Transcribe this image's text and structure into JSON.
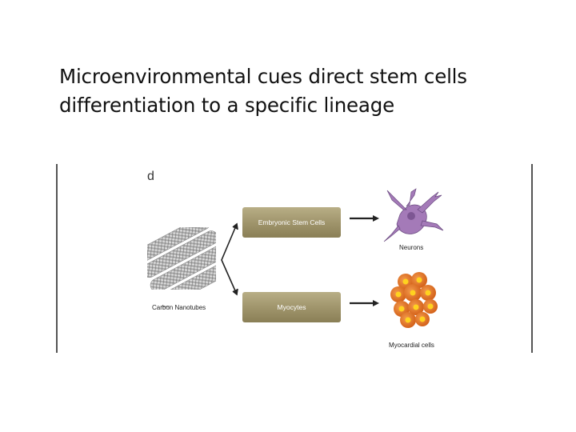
{
  "slide": {
    "title_line1": "Microenvironmental cues direct stem cells",
    "title_line2": "differentiation to a specific lineage"
  },
  "figure": {
    "panel_letter": "d",
    "source_label": "Carbon Nanotubes",
    "pathway_top": "Embryonic Stem Cells",
    "pathway_bottom": "Myocytes",
    "result_top": "Neurons",
    "result_bottom": "Myocardial cells"
  },
  "colors": {
    "box_olive": "#9e936a",
    "neuron_purple": "#a47ab8",
    "cell_orange": "#e8752a",
    "cell_nucleus": "#ffd21f"
  }
}
